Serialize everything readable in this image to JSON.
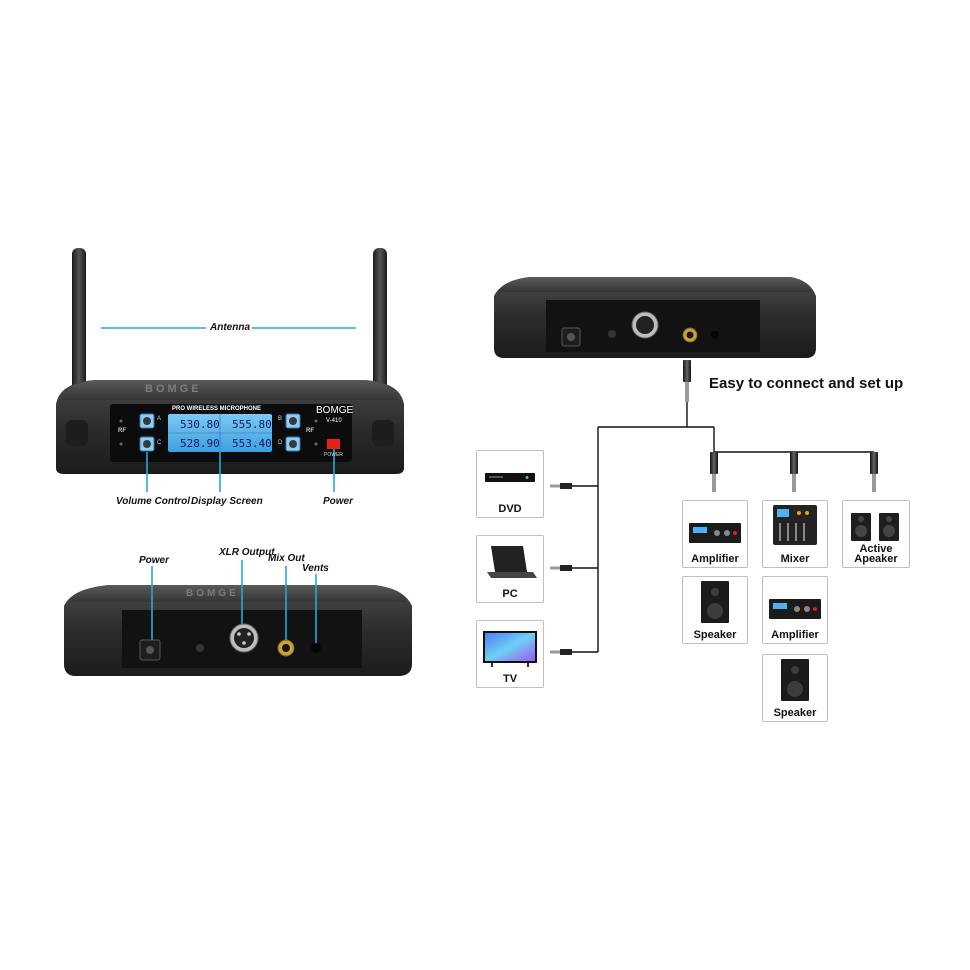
{
  "front": {
    "brand_top": "BOMGE",
    "panel_title": "PRO WIRELESS MICROPHONE",
    "brand": "BOMGE",
    "model": "V-410",
    "rf_left": "RF",
    "rf_right": "RF",
    "ch_a": "A",
    "ch_b": "B",
    "ch_c": "C",
    "ch_d": "D",
    "freq_a": "530.80",
    "freq_b": "555.80",
    "freq_c": "528.90",
    "freq_d": "553.40",
    "power_label": "POWER"
  },
  "rear": {
    "brand_top": "BOMGE"
  },
  "labels": {
    "antenna": "Antenna",
    "volume_control": "Volume Control",
    "display_screen": "Display Screen",
    "power": "Power",
    "power_rear": "Power",
    "xlr_output": "XLR Output",
    "mix_out": "Mix Out",
    "vents": "Vents"
  },
  "connect": {
    "headline": "Easy to connect and set up"
  },
  "sources": [
    {
      "label": "DVD",
      "icon": "dvd-player-icon"
    },
    {
      "label": "PC",
      "icon": "laptop-icon"
    },
    {
      "label": "TV",
      "icon": "tv-icon"
    }
  ],
  "outputs": [
    {
      "label": "Amplifier",
      "icon": "amplifier-icon"
    },
    {
      "label": "Mixer",
      "icon": "mixer-icon"
    },
    {
      "label": "Active\nApeaker",
      "icon": "active-speaker-icon"
    },
    {
      "label": "Speaker",
      "icon": "speaker-icon"
    },
    {
      "label": "Amplifier",
      "icon": "amplifier-icon"
    },
    {
      "label": "Speaker",
      "icon": "speaker-icon"
    }
  ],
  "colors": {
    "accent_line": "#2aa7d8",
    "lcd_blue": "#4fb2ee",
    "power_red": "#e0231b",
    "device": "#2b2b2b"
  }
}
